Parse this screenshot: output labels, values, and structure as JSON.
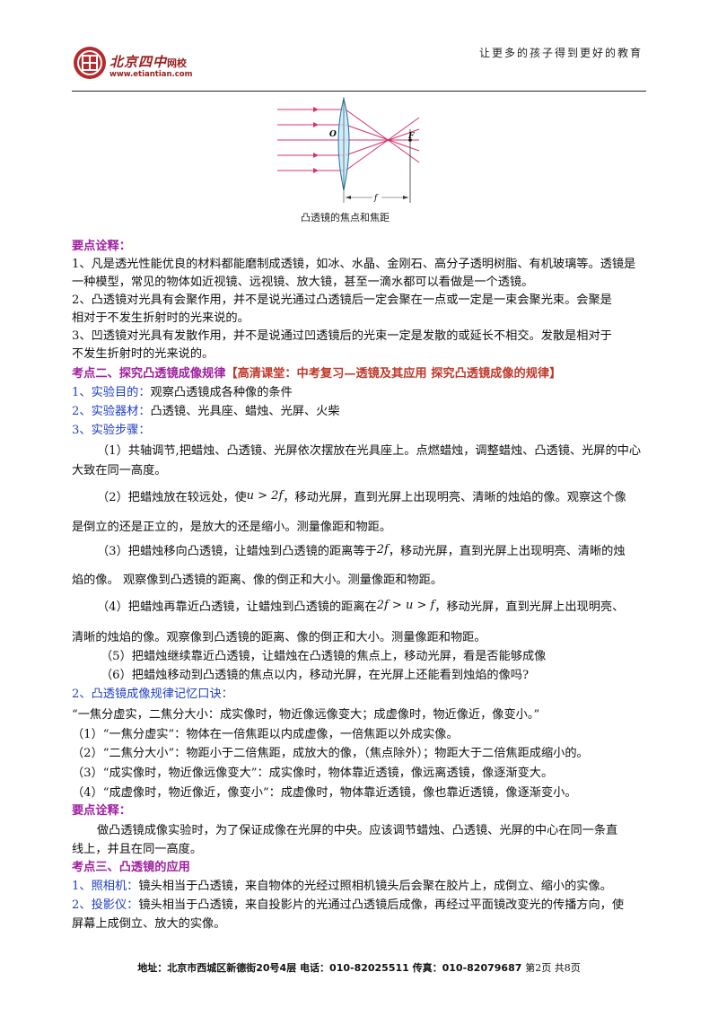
{
  "header": {
    "logo_name": "北京四中",
    "logo_suffix": "网校",
    "logo_url": "www.etiantian.com",
    "slogan": "让更多的孩子得到更好的教育"
  },
  "figure": {
    "point_o": "O",
    "point_f": "F",
    "focal_label": "f",
    "caption": "凸透镜的焦点和焦距"
  },
  "body": {
    "note1_title": "要点诠释：",
    "l1": "1、凡是透光性能优良的材料都能磨制成透镜，如冰、水晶、金刚石、高分子透明树脂、有机玻璃等。透镜是",
    "l2": "一种模型，常见的物体如近视镜、远视镜、放大镜，甚至一滴水都可以看做是一个透镜。",
    "l3": "2、凸透镜对光具有会聚作用，并不是说光通过凸透镜后一定会聚在一点或一定是一束会聚光束。会聚是",
    "l4": "相对于不发生折射时的光来说的。",
    "l5": "3、凹透镜对光具有发散作用，并不是说通过凹透镜后的光束一定是发散的或延长不相交。发散是相对于",
    "l6": "不发生折射时的光来说的。",
    "kp2_title": "考点二、探究凸透镜成像规律",
    "kp2_link": "【高清课堂：中考复习—透镜及其应用  探究凸透镜成像的规律】",
    "aim_label": "1、实验目的：",
    "aim_text": "观察凸透镜成各种像的条件",
    "equip_label": "2、实验器材：",
    "equip_text": "凸透镜、光具座、蜡烛、光屏、火柴",
    "steps_label": "3、实验步骤：",
    "s1a": "（1）共轴调节,把蜡烛、凸透镜、光屏依次摆放在光具座上。点燃蜡烛，调整蜡烛、凸透镜、光屏的中心",
    "s1b": "大致在同一高度。",
    "s2a_pre": "（2）把蜡烛放在较远处，使",
    "s2a_math": "u > 2f",
    "s2a_post": "，移动光屏，直到光屏上出现明亮、清晰的烛焰的像。观察这个像",
    "s2b": "是倒立的还是正立的，是放大的还是缩小。测量像距和物距。",
    "s3a_pre": "（3）把蜡烛移向凸透镜，让蜡烛到凸透镜的距离等于",
    "s3a_math": "2f",
    "s3a_post": "，移动光屏，直到光屏上出现明亮、清晰的烛",
    "s3b": "焰的像。  观察像到凸透镜的距离、像的倒正和大小。测量像距和物距。",
    "s4a_pre": "（4）把蜡烛再靠近凸透镜，让蜡烛到凸透镜的距离在",
    "s4a_math": "2f > u > f",
    "s4a_post": "，移动光屏，直到光屏上出现明亮、",
    "s4b": "清晰的烛焰的像。观察像到凸透镜的距离、像的倒正和大小。测量像距和物距。",
    "s5": "（5）把蜡烛继续靠近凸透镜，让蜡烛在凸透镜的焦点上，移动光屏，看是否能够成像",
    "s6": "（6）把蜡烛移动到凸透镜的焦点以内，移动光屏，在光屏上还能看到烛焰的像吗?",
    "mnemo_title": "2、凸透镜成像规律记忆口诀：",
    "m0": "“一焦分虚实，二焦分大小：成实像时，物近像远像变大；成虚像时，物近像近，像变小。”",
    "m1": "（1）“一焦分虚实”：物体在一倍焦距以内成虚像，一倍焦距以外成实像。",
    "m2": "（2）“二焦分大小”：物距小于二倍焦距，成放大的像，（焦点除外）；物距大于二倍焦距成缩小的。",
    "m3": "（3）“成实像时，物近像远像变大”：成实像时，物体靠近透镜，像远离透镜，像逐渐变大。",
    "m4": "（4）“成虚像时，物近像近，像变小”：成虚像时，物体靠近透镜，像也靠近透镜，像逐渐变小。",
    "note2_title": "要点诠释：",
    "n2a": "做凸透镜成像实验时，为了保证成像在光屏的中央。应该调节蜡烛、凸透镜、光屏的中心在同一条直",
    "n2b": "线上，并且在同一高度。",
    "kp3_title": "考点三、凸透镜的应用",
    "cam_label": "1、照相机：",
    "cam_text": "镜头相当于凸透镜，来自物体的光经过照相机镜头后会聚在胶片上，成倒立、缩小的实像。",
    "proj_label": "2、投影仪：",
    "proj_text": "镜头相当于凸透镜，来自投影片的光通过凸透镜后成像，再经过平面镜改变光的传播方向，使",
    "proj_text2": "屏幕上成倒立、放大的实像。"
  },
  "footer": {
    "address": "地址：北京市西城区新德街20号4层  电话：010-82025511  传真：010-82079687",
    "page": "第2页  共8页"
  }
}
